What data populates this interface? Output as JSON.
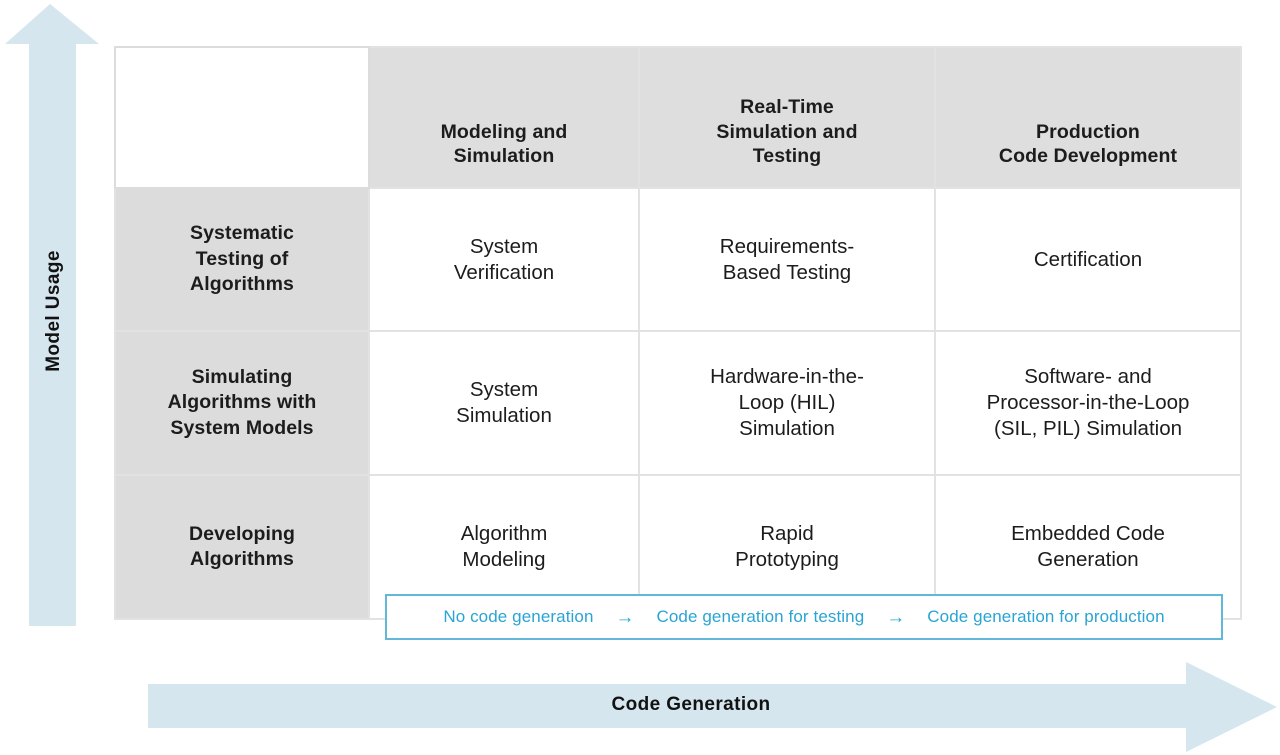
{
  "axes": {
    "vertical": {
      "label": "Model Usage",
      "direction": "up",
      "color": "#d5e6ef"
    },
    "horizontal": {
      "label": "Code Generation",
      "direction": "right",
      "color": "#d5e6ef"
    }
  },
  "matrix": {
    "corner_label": "",
    "column_headers": [
      "Modeling and\nSimulation",
      "Real-Time\nSimulation and\nTesting",
      "Production\nCode Development"
    ],
    "column_headers_flat": {
      "c0_l0": "Modeling and",
      "c0_l1": "Simulation",
      "c1_l0": "Real-Time",
      "c1_l1": "Simulation and",
      "c1_l2": "Testing",
      "c2_l0": "Production",
      "c2_l1": "Code Development"
    },
    "rows": [
      {
        "header_lines": [
          "Systematic",
          "Testing of",
          "Algorithms"
        ],
        "cells": [
          {
            "lines": [
              "System",
              "Verification"
            ]
          },
          {
            "lines": [
              "Requirements-",
              "Based Testing"
            ]
          },
          {
            "lines": [
              "Certification"
            ]
          }
        ]
      },
      {
        "header_lines": [
          "Simulating",
          "Algorithms with",
          "System Models"
        ],
        "cells": [
          {
            "lines": [
              "System",
              "Simulation"
            ]
          },
          {
            "lines": [
              "Hardware-in-the-",
              "Loop (HIL)",
              "Simulation"
            ]
          },
          {
            "lines": [
              "Software- and",
              "Processor-in-the-Loop",
              "(SIL, PIL) Simulation"
            ]
          }
        ]
      },
      {
        "header_lines": [
          "Developing",
          "Algorithms"
        ],
        "cells": [
          {
            "lines": [
              "Algorithm",
              "Modeling"
            ]
          },
          {
            "lines": [
              "Rapid",
              "Prototyping"
            ]
          },
          {
            "lines": [
              "Embedded Code",
              "Generation"
            ]
          }
        ]
      }
    ],
    "header_fill": "#dedede",
    "rowheader_fill": "#dcdcdc",
    "cell_fill": "#ffffff",
    "grid_color": "#e2e2e2"
  },
  "legend": {
    "color": "#2aa4d4",
    "border_color": "#63b7d8",
    "items": [
      "No code generation",
      "Code generation for testing",
      "Code generation for production"
    ],
    "arrow_glyph": "→"
  }
}
